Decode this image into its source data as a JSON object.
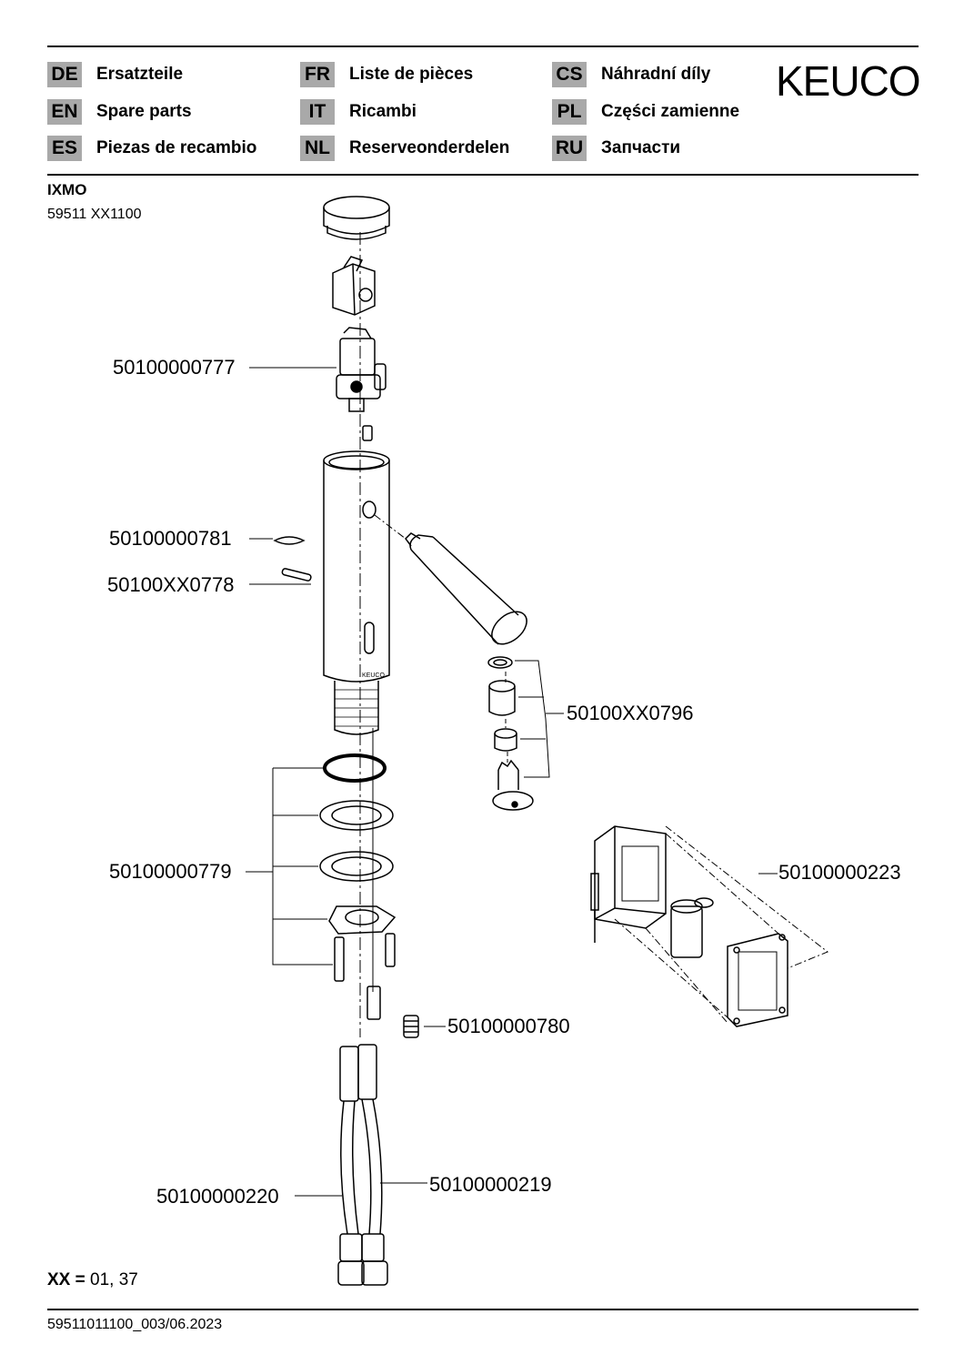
{
  "brand": "KEUCO",
  "languages": [
    {
      "code": "DE",
      "label": "Ersatzteile"
    },
    {
      "code": "EN",
      "label": "Spare parts"
    },
    {
      "code": "ES",
      "label": "Piezas de recambio"
    },
    {
      "code": "FR",
      "label": "Liste de pièces"
    },
    {
      "code": "IT",
      "label": "Ricambi"
    },
    {
      "code": "NL",
      "label": "Reserveonderdelen"
    },
    {
      "code": "CS",
      "label": "Náhradní díly"
    },
    {
      "code": "PL",
      "label": "Części zamienne"
    },
    {
      "code": "RU",
      "label": "Запчасти"
    }
  ],
  "product": {
    "name": "IXMO",
    "article": "59511 XX1100"
  },
  "parts": {
    "p777": "50100000777",
    "p781": "50100000781",
    "p778": "50100XX0778",
    "p796": "50100XX0796",
    "p779": "50100000779",
    "p223": "50100000223",
    "p780": "50100000780",
    "p220": "50100000220",
    "p219": "50100000219"
  },
  "body_logo": "KEUCO",
  "legend": {
    "key": "XX",
    "sep": " = ",
    "values": "01, 37"
  },
  "footer": "59511011100_003/06.2023",
  "colors": {
    "code_bg": "#a9a9a9",
    "ink": "#000000"
  }
}
